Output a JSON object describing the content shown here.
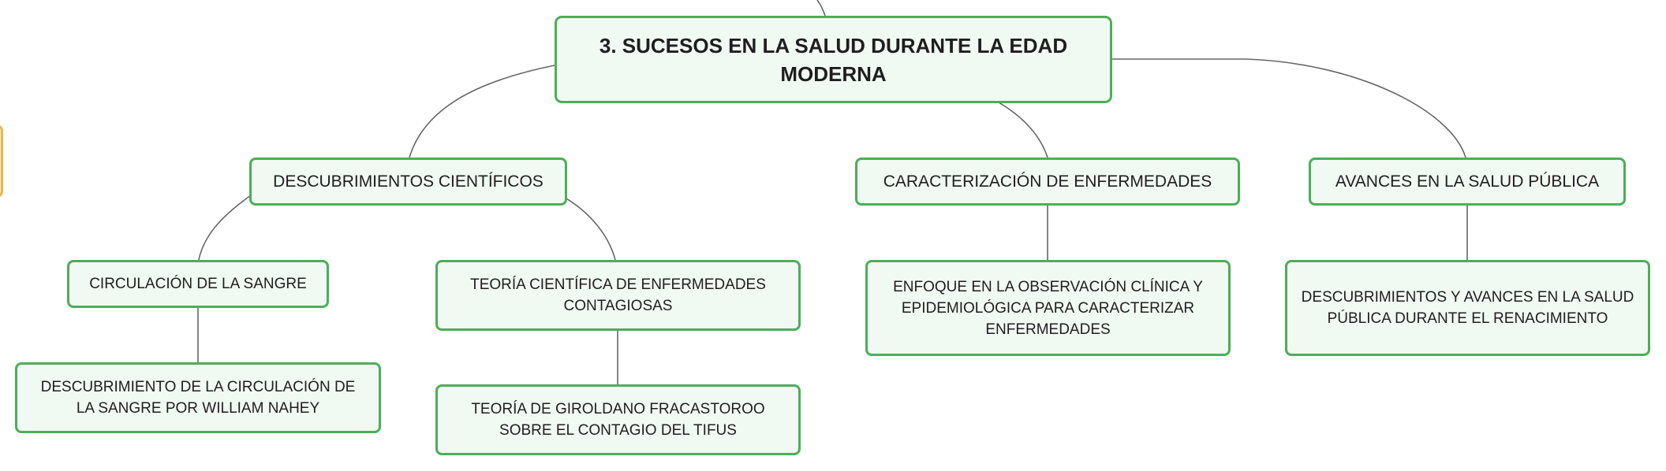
{
  "colors": {
    "node_border": "#4cae58",
    "node_fill": "#f1f9f3",
    "link": "#666666",
    "offscreen_node_border": "#f3b14a"
  },
  "map": {
    "root": {
      "text": "3. SUCESOS EN LA SALUD DURANTE LA EDAD MODERNA"
    },
    "branches": [
      {
        "text": "DESCUBRIMIENTOS CIENTÍFICOS",
        "children": [
          {
            "text": "CIRCULACIÓN DE LA SANGRE",
            "children": [
              {
                "text": "DESCUBRIMIENTO DE LA CIRCULACIÓN DE LA SANGRE POR WILLIAM NAHEY"
              }
            ]
          },
          {
            "text": "TEORÍA CIENTÍFICA DE ENFERMEDADES CONTAGIOSAS",
            "children": [
              {
                "text": "TEORÍA DE GIROLDANO FRACASTOROO SOBRE EL CONTAGIO DEL TIFUS"
              }
            ]
          }
        ]
      },
      {
        "text": "CARACTERIZACIÓN DE ENFERMEDADES",
        "children": [
          {
            "text": "ENFOQUE EN LA OBSERVACIÓN CLÍNICA Y EPIDEMIOLÓGICA PARA CARACTERIZAR ENFERMEDADES"
          }
        ]
      },
      {
        "text": "AVANCES EN LA SALUD PÚBLICA",
        "children": [
          {
            "text": "DESCUBRIMIENTOS Y AVANCES EN LA SALUD PÚBLICA DURANTE EL RENACIMIENTO"
          }
        ]
      }
    ]
  }
}
